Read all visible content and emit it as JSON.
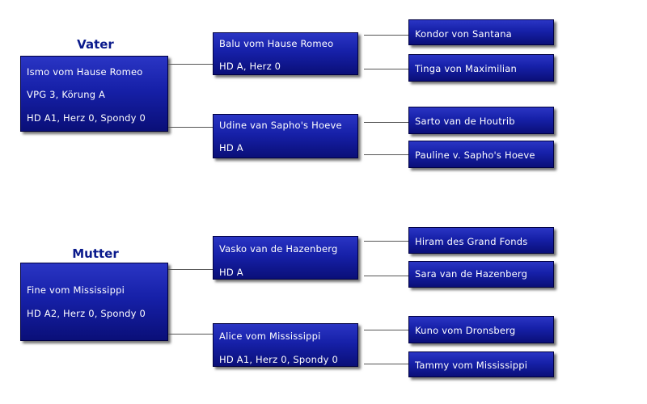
{
  "sire": {
    "heading": "Vater",
    "name": "Ismo vom Hause Romeo",
    "line2": "VPG 3, Körung A",
    "line3": "HD A1, Herz 0, Spondy 0",
    "father": {
      "name": "Balu vom Hause Romeo",
      "info": "HD A",
      "info2": ", Herz 0"
    },
    "mother": {
      "name": "Udine van Sapho's Hoeve",
      "info": "HD A"
    },
    "father_father": "Kondor von Santana",
    "father_mother": "Tinga von Maximilian",
    "mother_father": "Sarto van de Houtrib",
    "mother_mother": "Pauline v. Sapho's Hoeve"
  },
  "dam": {
    "heading": "Mutter",
    "name": "Fine vom Mississippi",
    "line2": "HD A2, Herz 0, Spondy 0",
    "father": {
      "name": "Vasko van de Hazenberg",
      "info": "HD A"
    },
    "mother": {
      "name": "Alice vom Mississippi",
      "info": "HD A1, Herz 0, Spondy 0"
    },
    "father_father": "Hiram des Grand Fonds",
    "father_mother": "Sara van de Hazenberg",
    "mother_father": "Kuno vom Dronsberg",
    "mother_mother": "Tammy vom Mississippi"
  }
}
